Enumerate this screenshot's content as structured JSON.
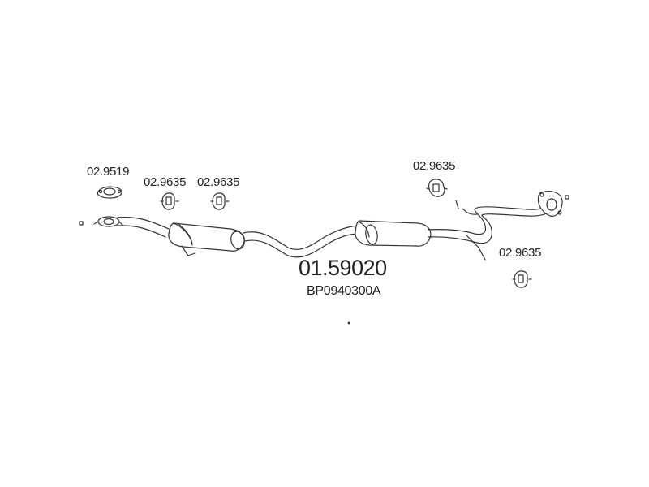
{
  "diagram": {
    "main_part_number": "01.59020",
    "oem_number": "BP0940300A",
    "components": [
      {
        "id": "gasket-front",
        "code": "02.9519"
      },
      {
        "id": "hanger-1",
        "code": "02.9635"
      },
      {
        "id": "hanger-2",
        "code": "02.9635"
      },
      {
        "id": "hanger-3",
        "code": "02.9635"
      },
      {
        "id": "hanger-4",
        "code": "02.9635"
      }
    ]
  },
  "colors": {
    "line": "#333333",
    "background": "#ffffff"
  }
}
